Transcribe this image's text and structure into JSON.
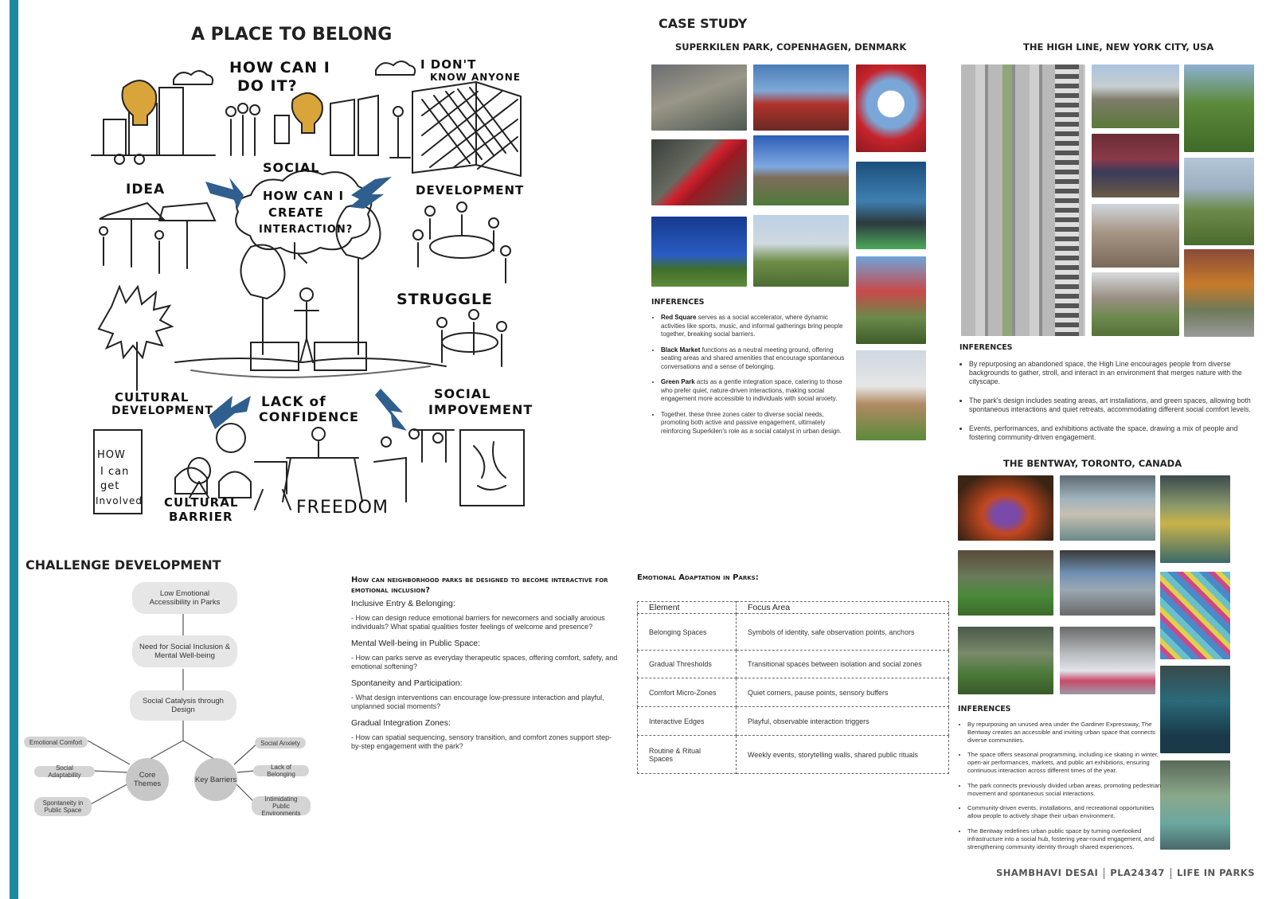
{
  "left": {
    "title": "A PLACE TO BELONG",
    "sketch": {
      "words": {
        "how_can_i": "HOW CAN I",
        "do_it": "DO IT?",
        "dont_know": "I DON'T",
        "know_anyone": "KNOW ANYONE",
        "idea": "IDEA",
        "social": "SOCIAL",
        "development": "DEVELOPMENT",
        "cloud_1": "HOW CAN I",
        "cloud_2": "CREATE",
        "cloud_3": "INTERACTION?",
        "struggle": "STRUGGLE",
        "cultural_1": "CULTURAL",
        "cultural_2": "DEVELOPMENT",
        "lack_1": "LACK of",
        "lack_2": "CONFIDENCE",
        "social_imp_1": "SOCIAL",
        "social_imp_2": "IMPOVEMENT",
        "how": "HOW",
        "i_can": "I can",
        "get": "get",
        "involved": "Involved",
        "cultural_barrier_1": "CULTURAL",
        "cultural_barrier_2": "BARRIER",
        "freedom": "FREEDOM"
      }
    }
  },
  "case_study": {
    "title": "CASE STUDY",
    "superkilen": {
      "title": "SUPERKILEN PARK, COPENHAGEN, DENMARK",
      "inferences_title": "INFERENCES",
      "inferences": [
        {
          "bold": "Red Square",
          "text": " serves as a social accelerator, where dynamic activities like sports, music, and informal gatherings bring people together, breaking social barriers."
        },
        {
          "bold": "Black Market",
          "text": " functions as a neutral meeting ground, offering seating areas and shared amenities that encourage spontaneous conversations and a sense of belonging."
        },
        {
          "bold": "Green Park",
          "text": " acts as a gentle integration space, catering to those who prefer quiet, nature-driven interactions, making social engagement more accessible to individuals with social anxiety."
        },
        {
          "bold": "",
          "text": "Together, these three zones cater to diverse social needs, promoting both active and passive engagement, ultimately reinforcing Superkilen's role as a social catalyst in urban design."
        }
      ]
    },
    "highline": {
      "title": "THE HIGH LINE, NEW YORK CITY, USA",
      "inferences_title": "INFERENCES",
      "inferences": [
        "By repurposing an abandoned space, the High Line encourages people from diverse backgrounds to gather, stroll, and interact in an environment that merges nature with the cityscape.",
        "The park's design includes seating areas, art installations, and green spaces, allowing both spontaneous interactions and quiet retreats, accommodating different social comfort levels.",
        "Events, performances, and exhibitions activate the space, drawing a mix of people and fostering community-driven engagement."
      ]
    },
    "bentway": {
      "title": "THE BENTWAY, TORONTO, CANADA",
      "inferences_title": "INFERENCES",
      "inferences": [
        "By repurposing an unused area under the Gardiner Expressway, The Bentway creates an accessible and inviting urban space that connects diverse communities.",
        "The space offers seasonal programming, including ice skating in winter, open-air performances, markets, and public art exhibitions, ensuring continuous interaction across different times of the year.",
        "The park connects previously divided urban areas, promoting pedestrian movement and spontaneous social interactions.",
        "Community-driven events, installations, and recreational opportunities allow people to actively shape their urban environment.",
        "The Bentway redefines urban public space by turning overlooked infrastructure into a social hub, fostering year-round engagement, and strengthening community identity through shared experiences."
      ]
    }
  },
  "challenge": {
    "title": "CHALLENGE DEVELOPMENT",
    "nodes": {
      "n1": "Low Emotional Accessibility in Parks",
      "n2": "Need for Social Inclusion & Mental Well-being",
      "n3": "Social Catalysis through Design",
      "core": "Core Themes",
      "barriers": "Key Barriers"
    },
    "core_leaves": [
      "Emotional Comfort",
      "Social Adaptability",
      "Spontaneity in Public Space"
    ],
    "barrier_leaves": [
      "Social Anxiety",
      "Lack of Belonging",
      "Intimidating Public Environments"
    ]
  },
  "questions": {
    "main": "How can neighborhood parks be designed to become interactive for emotional inclusion?",
    "sections": [
      {
        "head": "Inclusive Entry & Belonging:",
        "text": "- How can design reduce emotional barriers for newcomers and socially anxious individuals? What spatial qualities foster feelings of welcome and presence?"
      },
      {
        "head": "Mental Well-being in Public Space:",
        "text": "- How can parks serve as everyday therapeutic spaces, offering comfort, safety, and emotional softening?"
      },
      {
        "head": "Spontaneity and Participation:",
        "text": "- What design interventions can encourage low-pressure interaction and playful, unplanned social moments?"
      },
      {
        "head": "Gradual Integration Zones:",
        "text": "- How can spatial sequencing, sensory transition, and comfort zones support step-by-step engagement with the park?"
      }
    ]
  },
  "emotional": {
    "title": "Emotional Adaptation in Parks:",
    "headers": [
      "Element",
      "Focus Area"
    ],
    "rows": [
      [
        "Belonging Spaces",
        "Symbols of identity, safe observation points, anchors"
      ],
      [
        "Gradual Thresholds",
        "Transitional spaces between isolation and social zones"
      ],
      [
        "Comfort Micro-Zones",
        "Quiet corners, pause points, sensory buffers"
      ],
      [
        "Interactive Edges",
        "Playful, observable interaction triggers"
      ],
      [
        "Routine & Ritual Spaces",
        "Weekly events, storytelling walls, shared public rituals"
      ]
    ]
  },
  "footer": {
    "name": "SHAMBHAVI DESAI",
    "id": "PLA24347",
    "project": "LIFE IN PARKS"
  },
  "colors": {
    "accent": "#1d8aa2",
    "sketch_arrow": "#2f5f8f",
    "bulb": "#d9a53b"
  }
}
